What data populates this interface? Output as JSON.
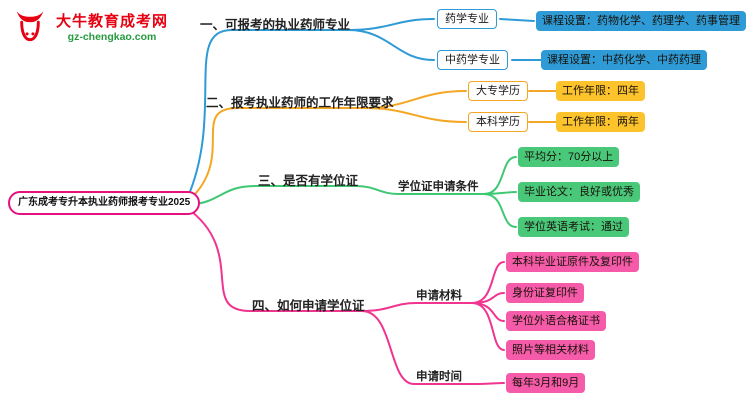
{
  "logo": {
    "title": "大牛教育成考网",
    "url": "gz-chengkao.com"
  },
  "root": {
    "label": "广东成考专升本执业药师报考专业2025"
  },
  "colors": {
    "blue": "#2e9bd6",
    "orange": "#f5a623",
    "yellow_fill": "#fcc32c",
    "green": "#3ec873",
    "green_fill": "#4ac87a",
    "pink": "#f0348f",
    "pink_fill": "#f55ba8",
    "root_border": "#e6117e",
    "logo_red": "#e60012",
    "logo_green": "#259b3e"
  },
  "branches": [
    {
      "label": "一、可报考的执业药师专业",
      "children": [
        {
          "name": "药学专业",
          "detail": "课程设置：药物化学、药理学、药事管理"
        },
        {
          "name": "中药学专业",
          "detail": "课程设置：中药化学、中药药理"
        }
      ]
    },
    {
      "label": "二、报考执业药师的工作年限要求",
      "children": [
        {
          "name": "大专学历",
          "detail": "工作年限：四年"
        },
        {
          "name": "本科学历",
          "detail": "工作年限：两年"
        }
      ]
    },
    {
      "label": "三、是否有学位证",
      "node": "学位证申请条件",
      "items": [
        "平均分：70分以上",
        "毕业论文：良好或优秀",
        "学位英语考试：通过"
      ]
    },
    {
      "label": "四、如何申请学位证",
      "groups": [
        {
          "name": "申请材料",
          "items": [
            "本科毕业证原件及复印件",
            "身份证复印件",
            "学位外语合格证书",
            "照片等相关材料"
          ]
        },
        {
          "name": "申请时间",
          "items": [
            "每年3月和9月"
          ]
        }
      ]
    }
  ]
}
